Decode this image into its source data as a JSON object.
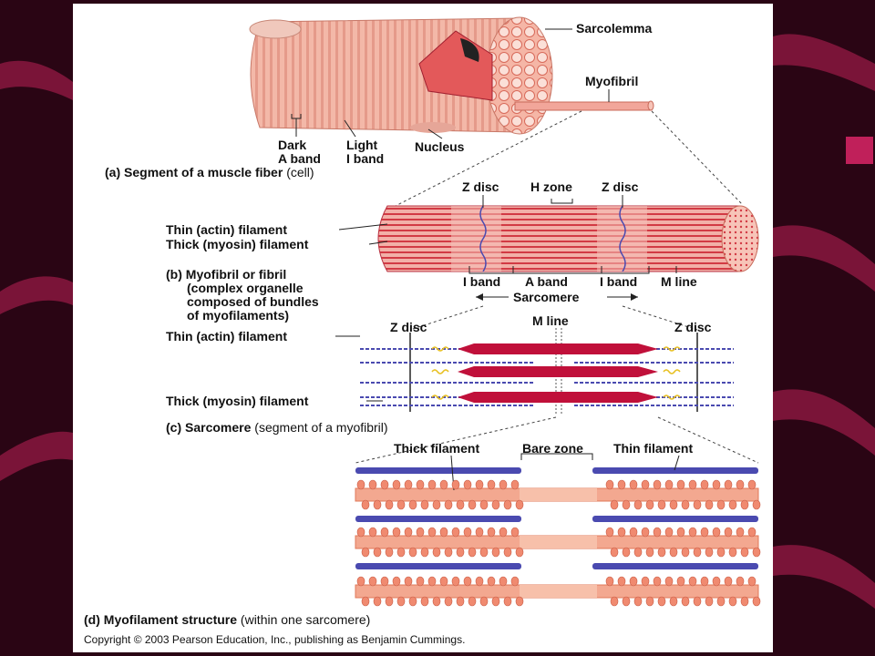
{
  "theme": {
    "background": "#2a0514",
    "swoosh": "#7a1438",
    "panel": "#ffffff",
    "muscle_pink": "#f0a898",
    "muscle_red": "#d0303c",
    "myosin_red": "#c0103a",
    "actin_blue": "#4a4ab0"
  },
  "panel_a": {
    "sarcolemma": "Sarcolemma",
    "myofibril": "Myofibril",
    "dark": "Dark",
    "a_band": "A band",
    "light": "Light",
    "i_band": "I band",
    "nucleus": "Nucleus",
    "caption_letter": "(a)",
    "caption_bold": "Segment of a muscle fiber",
    "caption_rest": "(cell)"
  },
  "panel_b": {
    "z_disc_left": "Z disc",
    "h_zone": "H zone",
    "z_disc_right": "Z disc",
    "thin_filament": "Thin (actin) filament",
    "thick_filament": "Thick (myosin) filament",
    "i_band_left": "I band",
    "a_band": "A band",
    "i_band_right": "I band",
    "m_line": "M line",
    "sarcomere": "Sarcomere",
    "caption_letter": "(b)",
    "caption_bold": "Myofibril or fibril",
    "caption_line1": "(complex organelle",
    "caption_line2": "composed of bundles",
    "caption_line3": "of myofilaments)"
  },
  "panel_c": {
    "z_disc_left": "Z disc",
    "m_line": "M line",
    "z_disc_right": "Z disc",
    "thin_filament": "Thin (actin) filament",
    "thick_filament": "Thick (myosin) filament",
    "caption_letter": "(c)",
    "caption_bold": "Sarcomere",
    "caption_rest": "(segment of a myofibril)"
  },
  "panel_d": {
    "thick_filament": "Thick filament",
    "bare_zone": "Bare zone",
    "thin_filament": "Thin filament",
    "caption_letter": "(d)",
    "caption_bold": "Myofilament structure",
    "caption_rest": "(within one sarcomere)"
  },
  "copyright": "Copyright © 2003 Pearson Education, Inc., publishing as Benjamin Cummings."
}
